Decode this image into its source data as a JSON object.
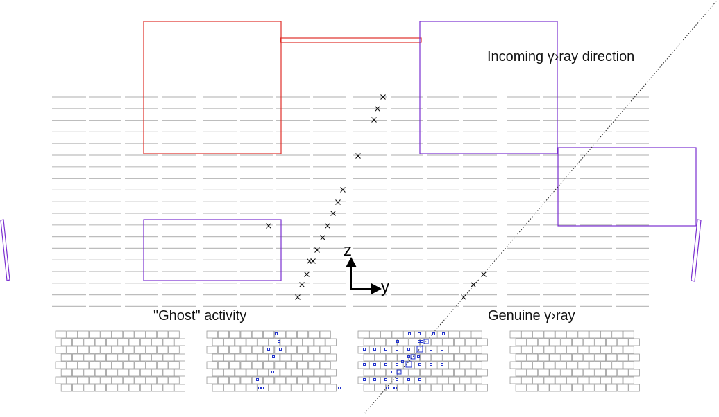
{
  "labels": {
    "direction": "Incoming γ›ray direction",
    "ghost": "\"Ghost\" activity",
    "genuine": "Genuine γ›ray",
    "axis_z": "z",
    "axis_y": "y"
  },
  "colors": {
    "strip": "#bdbdbd",
    "red_box": "#e0302a",
    "purple_box": "#7a2fd0",
    "hit_mark": "#111111",
    "cell_hit": "#2233cc",
    "cell_grid": "#9a9a9a",
    "trajectory": "#222222"
  },
  "icons": [
    "x-mark",
    "arrow-up",
    "arrow-right"
  ]
}
